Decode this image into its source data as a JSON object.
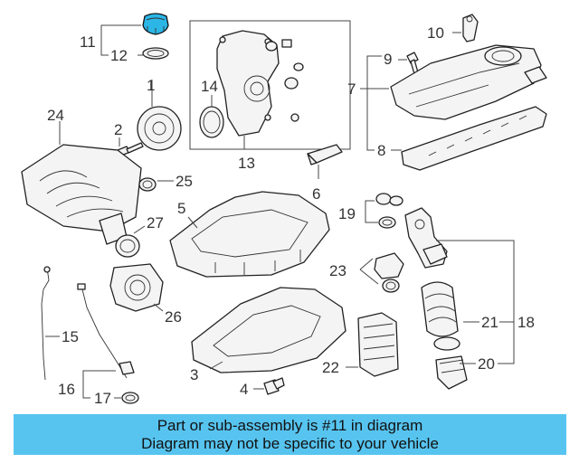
{
  "diagram": {
    "callouts": {
      "c1": "1",
      "c2": "2",
      "c3": "3",
      "c4": "4",
      "c5": "5",
      "c6": "6",
      "c7": "7",
      "c8": "8",
      "c9": "9",
      "c10": "10",
      "c11": "11",
      "c12": "12",
      "c13": "13",
      "c14": "14",
      "c15": "15",
      "c16": "16",
      "c17": "17",
      "c18": "18",
      "c19": "19",
      "c20": "20",
      "c21": "21",
      "c22": "22",
      "c23": "23",
      "c24": "24",
      "c25": "25",
      "c26": "26",
      "c27": "27"
    },
    "highlight_color": "#2bb6e6"
  },
  "footer": {
    "line1": "Part or sub-assembly is #11 in diagram",
    "line2": "Diagram may not be specific to your vehicle",
    "background": "#57c4f0"
  }
}
